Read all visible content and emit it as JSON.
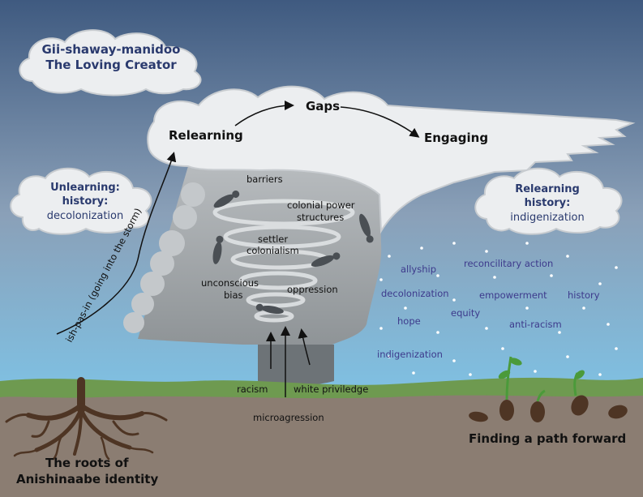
{
  "creator": {
    "line1": "Gii-shaway-manidoo",
    "line2": "The Loving Creator"
  },
  "left_cloud": {
    "line1": "Unlearning:",
    "line2": "history:",
    "line3": "decolonization"
  },
  "right_cloud": {
    "line1": "Relearning",
    "line2": "history:",
    "line3": "indigenization"
  },
  "flow": {
    "relearning": "Relearning",
    "gaps": "Gaps",
    "engaging": "Engaging"
  },
  "storm_path": "ish-pas-in (going into the storm)",
  "storm_inner": {
    "barriers": "barriers",
    "colonial_line1": "colonial power",
    "colonial_line2": "structures",
    "settler_line1": "settler",
    "settler_line2": "colonialism",
    "bias_line1": "unconscious",
    "bias_line2": "bias",
    "oppression": "oppression"
  },
  "roots_forces": {
    "racism": "racism",
    "microagression": "microagression",
    "white_priviledge": "white priviledge"
  },
  "positive_words": {
    "allyship": "allyship",
    "reconcilitary_action": "reconcilitary action",
    "decolonization": "decolonization",
    "empowerment": "empowerment",
    "history": "history",
    "equity": "equity",
    "hope": "hope",
    "anti_racism": "anti-racism",
    "indigenization": "indigenization"
  },
  "roots_label": {
    "line1": "The roots of",
    "line2": "Anishinaabe identity"
  },
  "path_forward": "Finding a path forward",
  "colors": {
    "sky_top": "#3f5a80",
    "sky_bottom": "#7fc0e2",
    "ground": "#8b7d72",
    "grass": "#6e9a50",
    "storm": "#a3a8ab",
    "cloud": "#eceef0",
    "navy_text": "#2a3a6e",
    "word_text": "#3d3a8c",
    "roots": "#4e3524",
    "sprout": "#4b9a3a"
  }
}
